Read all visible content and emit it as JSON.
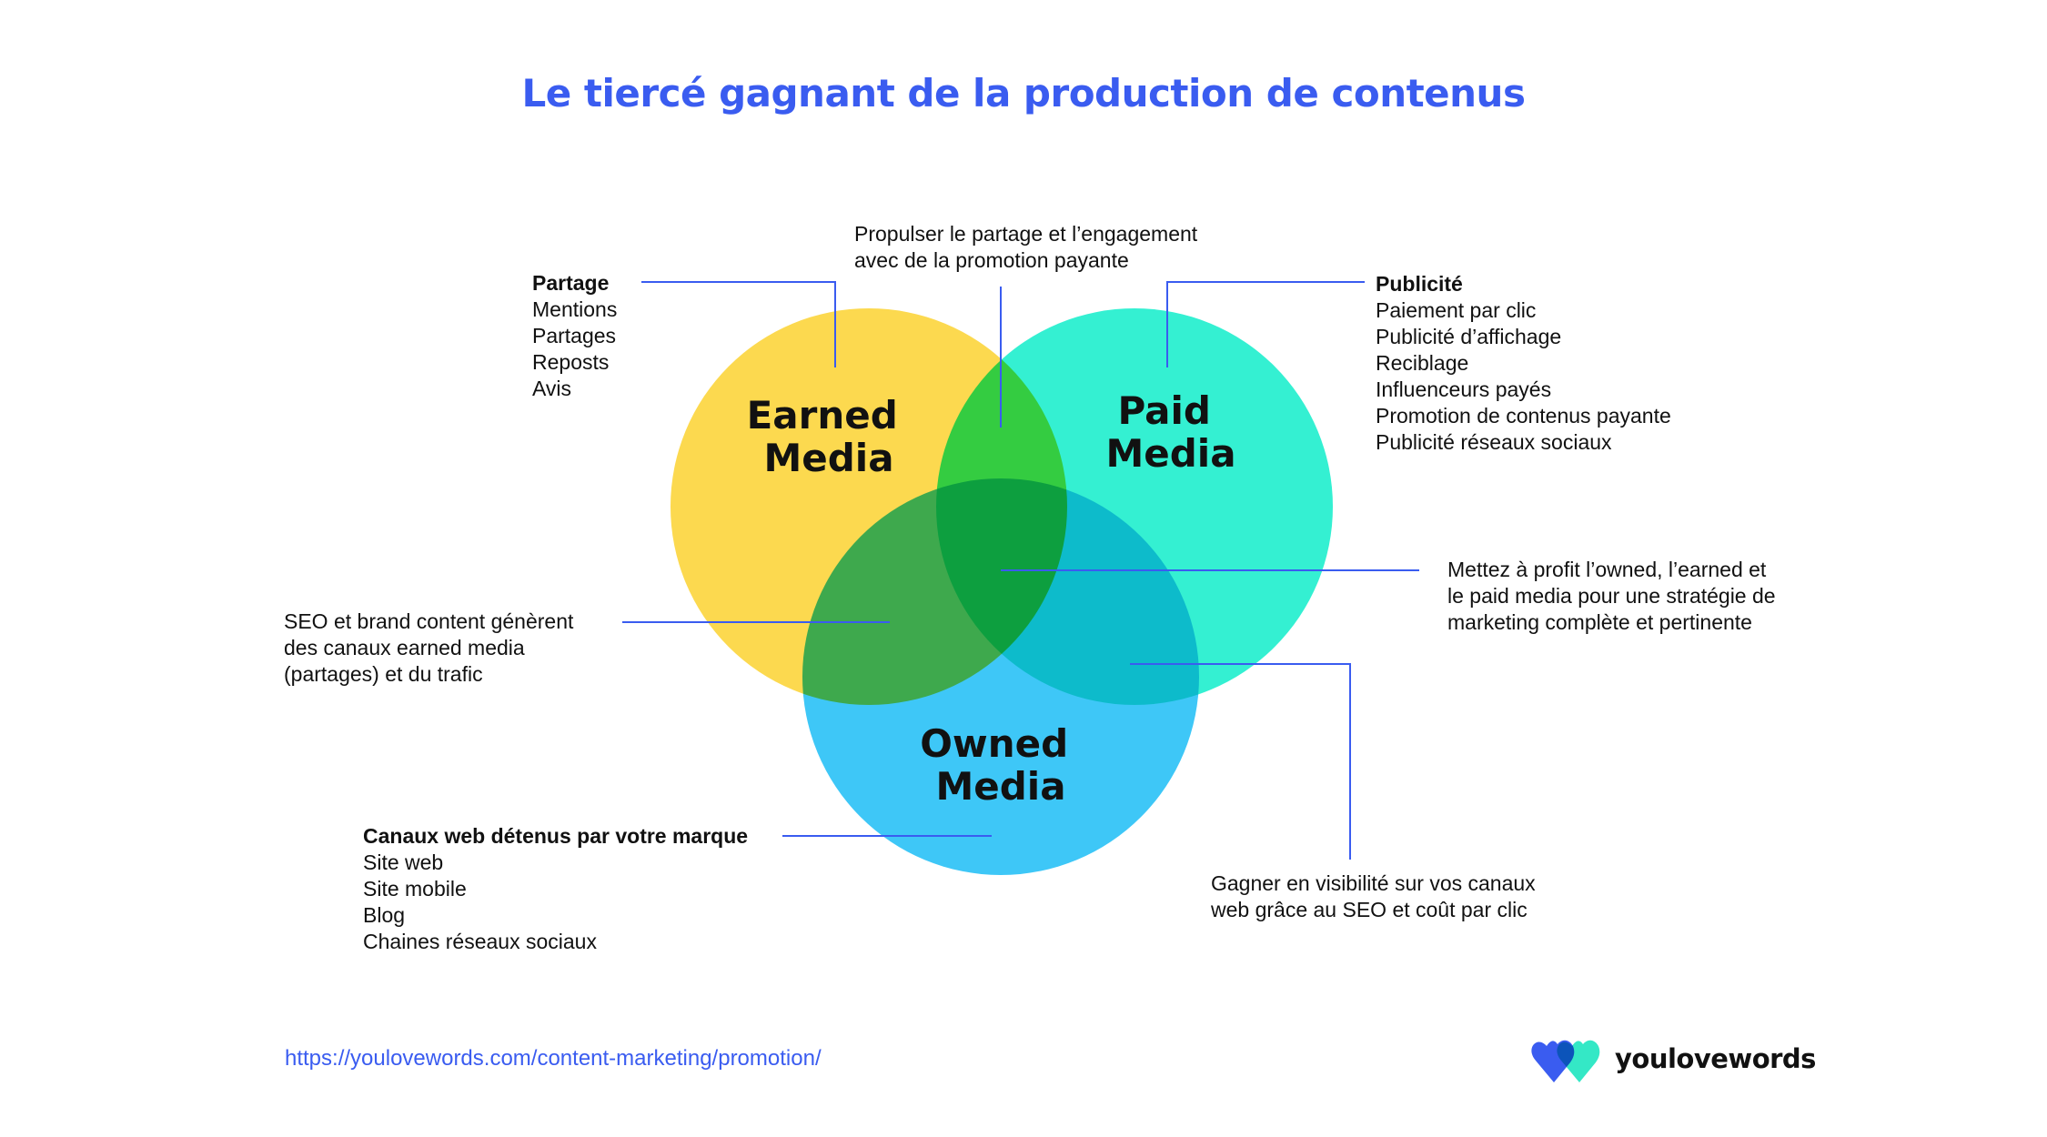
{
  "title": "Le tiercé gagnant de la production de contenus",
  "colors": {
    "title": "#3A5CF0",
    "earned": "#FCD94F",
    "paid": "#34F0D2",
    "owned": "#3EC7F7",
    "connector": "#3A5CF0",
    "url": "#3A5CF0",
    "logo_blue": "#3A5CF0",
    "logo_mint": "#34E8C6"
  },
  "circles": {
    "earned": {
      "line1": "Earned",
      "line2": "Media"
    },
    "paid": {
      "line1": "Paid",
      "line2": "Media"
    },
    "owned": {
      "line1": "Owned",
      "line2": "Media"
    }
  },
  "notes": {
    "earned": {
      "heading": "Partage",
      "items": [
        "Mentions",
        "Partages",
        "Reposts",
        "Avis"
      ]
    },
    "earned_paid": {
      "lines": [
        "Propulser le partage et l’engagement",
        "avec de la promotion payante"
      ]
    },
    "paid": {
      "heading": "Publicité",
      "items": [
        "Paiement par clic",
        "Publicité d’affichage",
        "Reciblage",
        "Influenceurs payés",
        "Promotion de contenus payante",
        "Publicité réseaux sociaux"
      ]
    },
    "center": {
      "lines": [
        "Mettez à profit l’owned, l’earned et",
        "le paid media pour une stratégie de",
        "marketing complète et pertinente"
      ]
    },
    "earned_owned": {
      "lines": [
        "SEO et brand content génèrent",
        "des canaux earned media",
        "(partages) et du trafic"
      ]
    },
    "owned": {
      "heading": "Canaux web détenus par votre marque",
      "items": [
        "Site web",
        "Site mobile",
        "Blog",
        "Chaines réseaux sociaux"
      ]
    },
    "paid_owned": {
      "lines": [
        "Gagner en visibilité sur vos canaux",
        "web grâce au SEO et coût par clic"
      ]
    }
  },
  "footer": {
    "url": "https://youlovewords.com/content-marketing/promotion/",
    "brand": "youlovewords"
  },
  "icons": {
    "logo": "hearts-logo-icon"
  }
}
